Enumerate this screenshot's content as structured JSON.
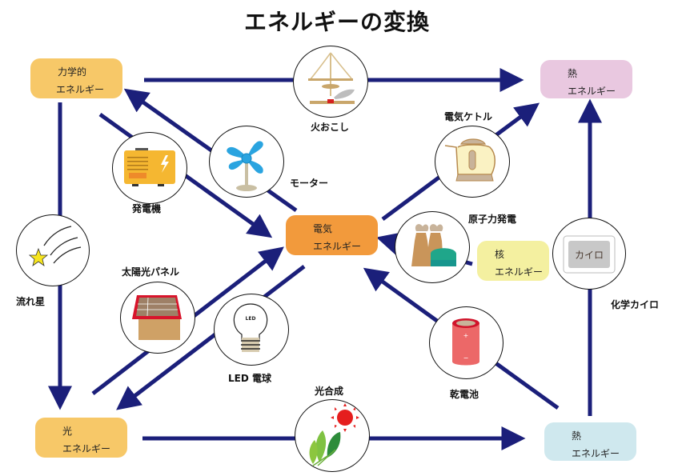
{
  "title": "エネルギーの変換",
  "boxes": {
    "mechanical": {
      "line1": "力学的",
      "line2": "エネルギー",
      "color": "#F7C868"
    },
    "heat_top": {
      "line1": "熱",
      "line2": "エネルギー",
      "color": "#E9C8E0"
    },
    "electric": {
      "line1": "電気",
      "line2": "エネルギー",
      "color": "#F29A3C"
    },
    "nuclear": {
      "line1": "核",
      "line2": "エネルギー",
      "color": "#F4F0A0"
    },
    "light": {
      "line1": "光",
      "line2": "エネルギー",
      "color": "#F7C868"
    },
    "heat_bottom": {
      "line1": "熱",
      "line2": "エネルギー",
      "color": "#CFE8EE"
    }
  },
  "devices": {
    "fire_drill": "火おこし",
    "generator": "発電機",
    "motor": "モーター",
    "kettle": "電気ケトル",
    "nuclear_plant": "原子力発電",
    "meteor": "流れ星",
    "solar_panel": "太陽光パネル",
    "led_bulb": "LED 電球",
    "led_text": "LED",
    "battery": "乾電池",
    "hand_warmer": "化学カイロ",
    "hand_warmer_text": "カイロ",
    "photosynthesis": "光合成"
  },
  "arrow_color": "#1B1F7A"
}
